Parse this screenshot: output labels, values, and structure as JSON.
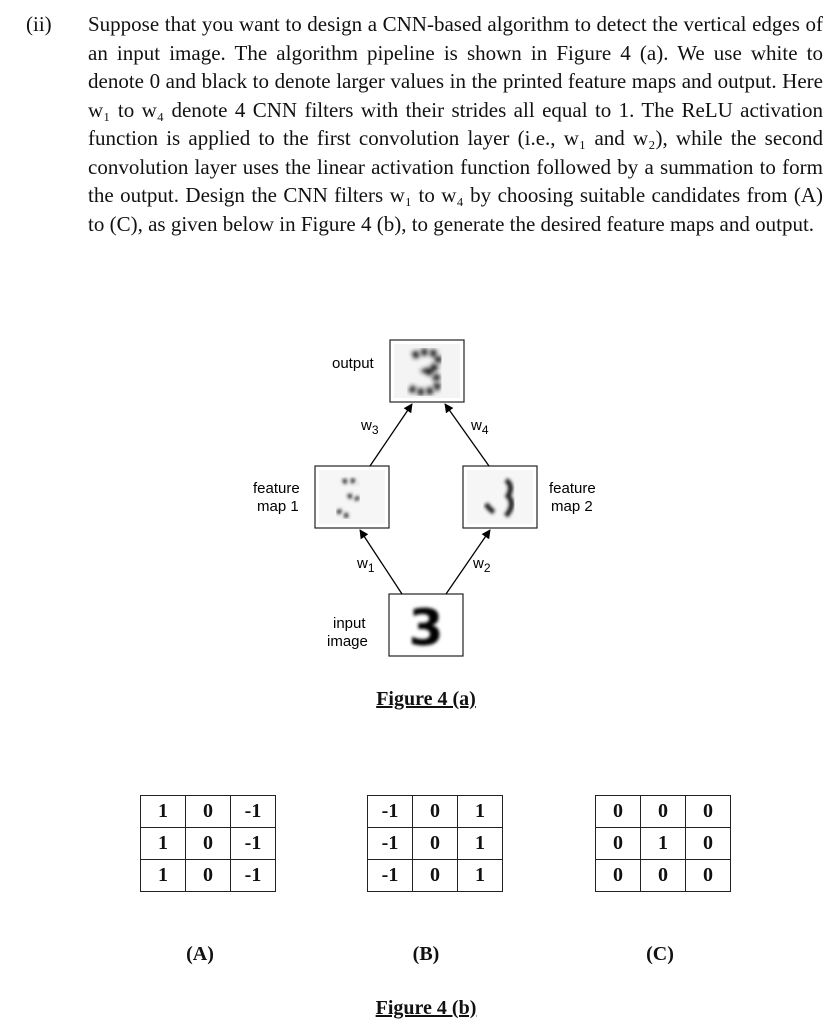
{
  "question": {
    "number": "(ii)",
    "text": "Suppose that you want to design a CNN-based algorithm to detect the vertical edges of an input image. The algorithm pipeline is shown in Figure 4 (a). We use white to denote 0 and black to denote larger values in the printed feature maps and output. Here w₁ to w₄ denote 4 CNN filters with their strides all equal to 1. The ReLU activation function is applied to the first convolution layer (i.e., w₁ and w₂), while the second convolution layer uses the linear activation function followed by a summation to form the output. Design the CNN filters w₁ to w₄ by choosing suitable candidates from (A) to (C), as given below in Figure 4 (b), to generate the desired feature maps and output."
  },
  "figure_a": {
    "output_label": "output",
    "feature_map1_label_line1": "feature",
    "feature_map1_label_line2": "map 1",
    "feature_map2_label_line1": "feature",
    "feature_map2_label_line2": "map 2",
    "input_label_line1": "input",
    "input_label_line2": "image",
    "input_digit": "3",
    "w1": "w",
    "w1_sub": "1",
    "w2": "w",
    "w2_sub": "2",
    "w3": "w",
    "w3_sub": "3",
    "w4": "w",
    "w4_sub": "4",
    "caption": "Figure 4 (a)"
  },
  "figure_b": {
    "filters": [
      {
        "label": "(A)",
        "rows": [
          [
            "1",
            "0",
            "-1"
          ],
          [
            "1",
            "0",
            "-1"
          ],
          [
            "1",
            "0",
            "-1"
          ]
        ]
      },
      {
        "label": "(B)",
        "rows": [
          [
            "-1",
            "0",
            "1"
          ],
          [
            "-1",
            "0",
            "1"
          ],
          [
            "-1",
            "0",
            "1"
          ]
        ]
      },
      {
        "label": "(C)",
        "rows": [
          [
            "0",
            "0",
            "0"
          ],
          [
            "0",
            "1",
            "0"
          ],
          [
            "0",
            "0",
            "0"
          ]
        ]
      }
    ],
    "caption": "Figure 4 (b)"
  }
}
